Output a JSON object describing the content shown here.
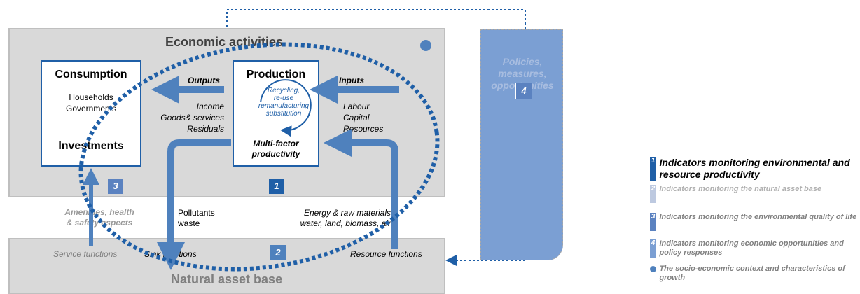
{
  "diagram": {
    "economic_activities": "Economic activities",
    "natural_asset_base": "Natural asset base",
    "policies": "Policies, measures, opportunities",
    "consumption": {
      "title": "Consumption",
      "line1": "Households",
      "line2": "Governments",
      "investments": "Investments"
    },
    "production": {
      "title": "Production",
      "recycling": [
        "Recycling,",
        "re-use",
        "remanufacturing",
        "substitution"
      ],
      "mfp_line1": "Multi-factor",
      "mfp_line2": "productivity"
    },
    "outputs": {
      "label": "Outputs",
      "line1": "Income",
      "line2": "Goods& services",
      "line3": "Residuals"
    },
    "inputs": {
      "label": "Inputs",
      "line1": "Labour",
      "line2": "Capital",
      "line3": "Resources"
    },
    "amenities_line1": "Amenities, health",
    "amenities_line2": "& safety aspects",
    "pollutants": "Pollutants",
    "waste": "waste",
    "energy_line1": "Energy  & raw materials",
    "energy_line2": "water, land, biomass, air",
    "service_functions": "Service functions",
    "sink_functions": "Sink functions",
    "resource_functions": "Resource functions",
    "badges": {
      "b1": "1",
      "b2": "2",
      "b3": "3",
      "b4": "4"
    }
  },
  "legend": [
    {
      "num": "1",
      "text": "Indicators monitoring  environmental and resource productivity",
      "color": "#1f5fa7"
    },
    {
      "num": "2",
      "text": "Indicators monitoring the natural asset base",
      "color": "#bdc9e0"
    },
    {
      "num": "3",
      "text": "Indicators monitoring the environmental quality of life",
      "color": "#5b82c0"
    },
    {
      "num": "4",
      "text": "Indicators monitoring economic opportunities and policy responses",
      "color": "#7b9fd3"
    },
    {
      "num": "",
      "text": "The socio-economic context and characteristics of growth",
      "color": "#4f81bd"
    }
  ],
  "colors": {
    "dark_blue": "#1f5fa7",
    "mid_blue": "#4f81bd",
    "policy_blue": "#7b9fd3",
    "gray_box": "#d9d9d9"
  }
}
